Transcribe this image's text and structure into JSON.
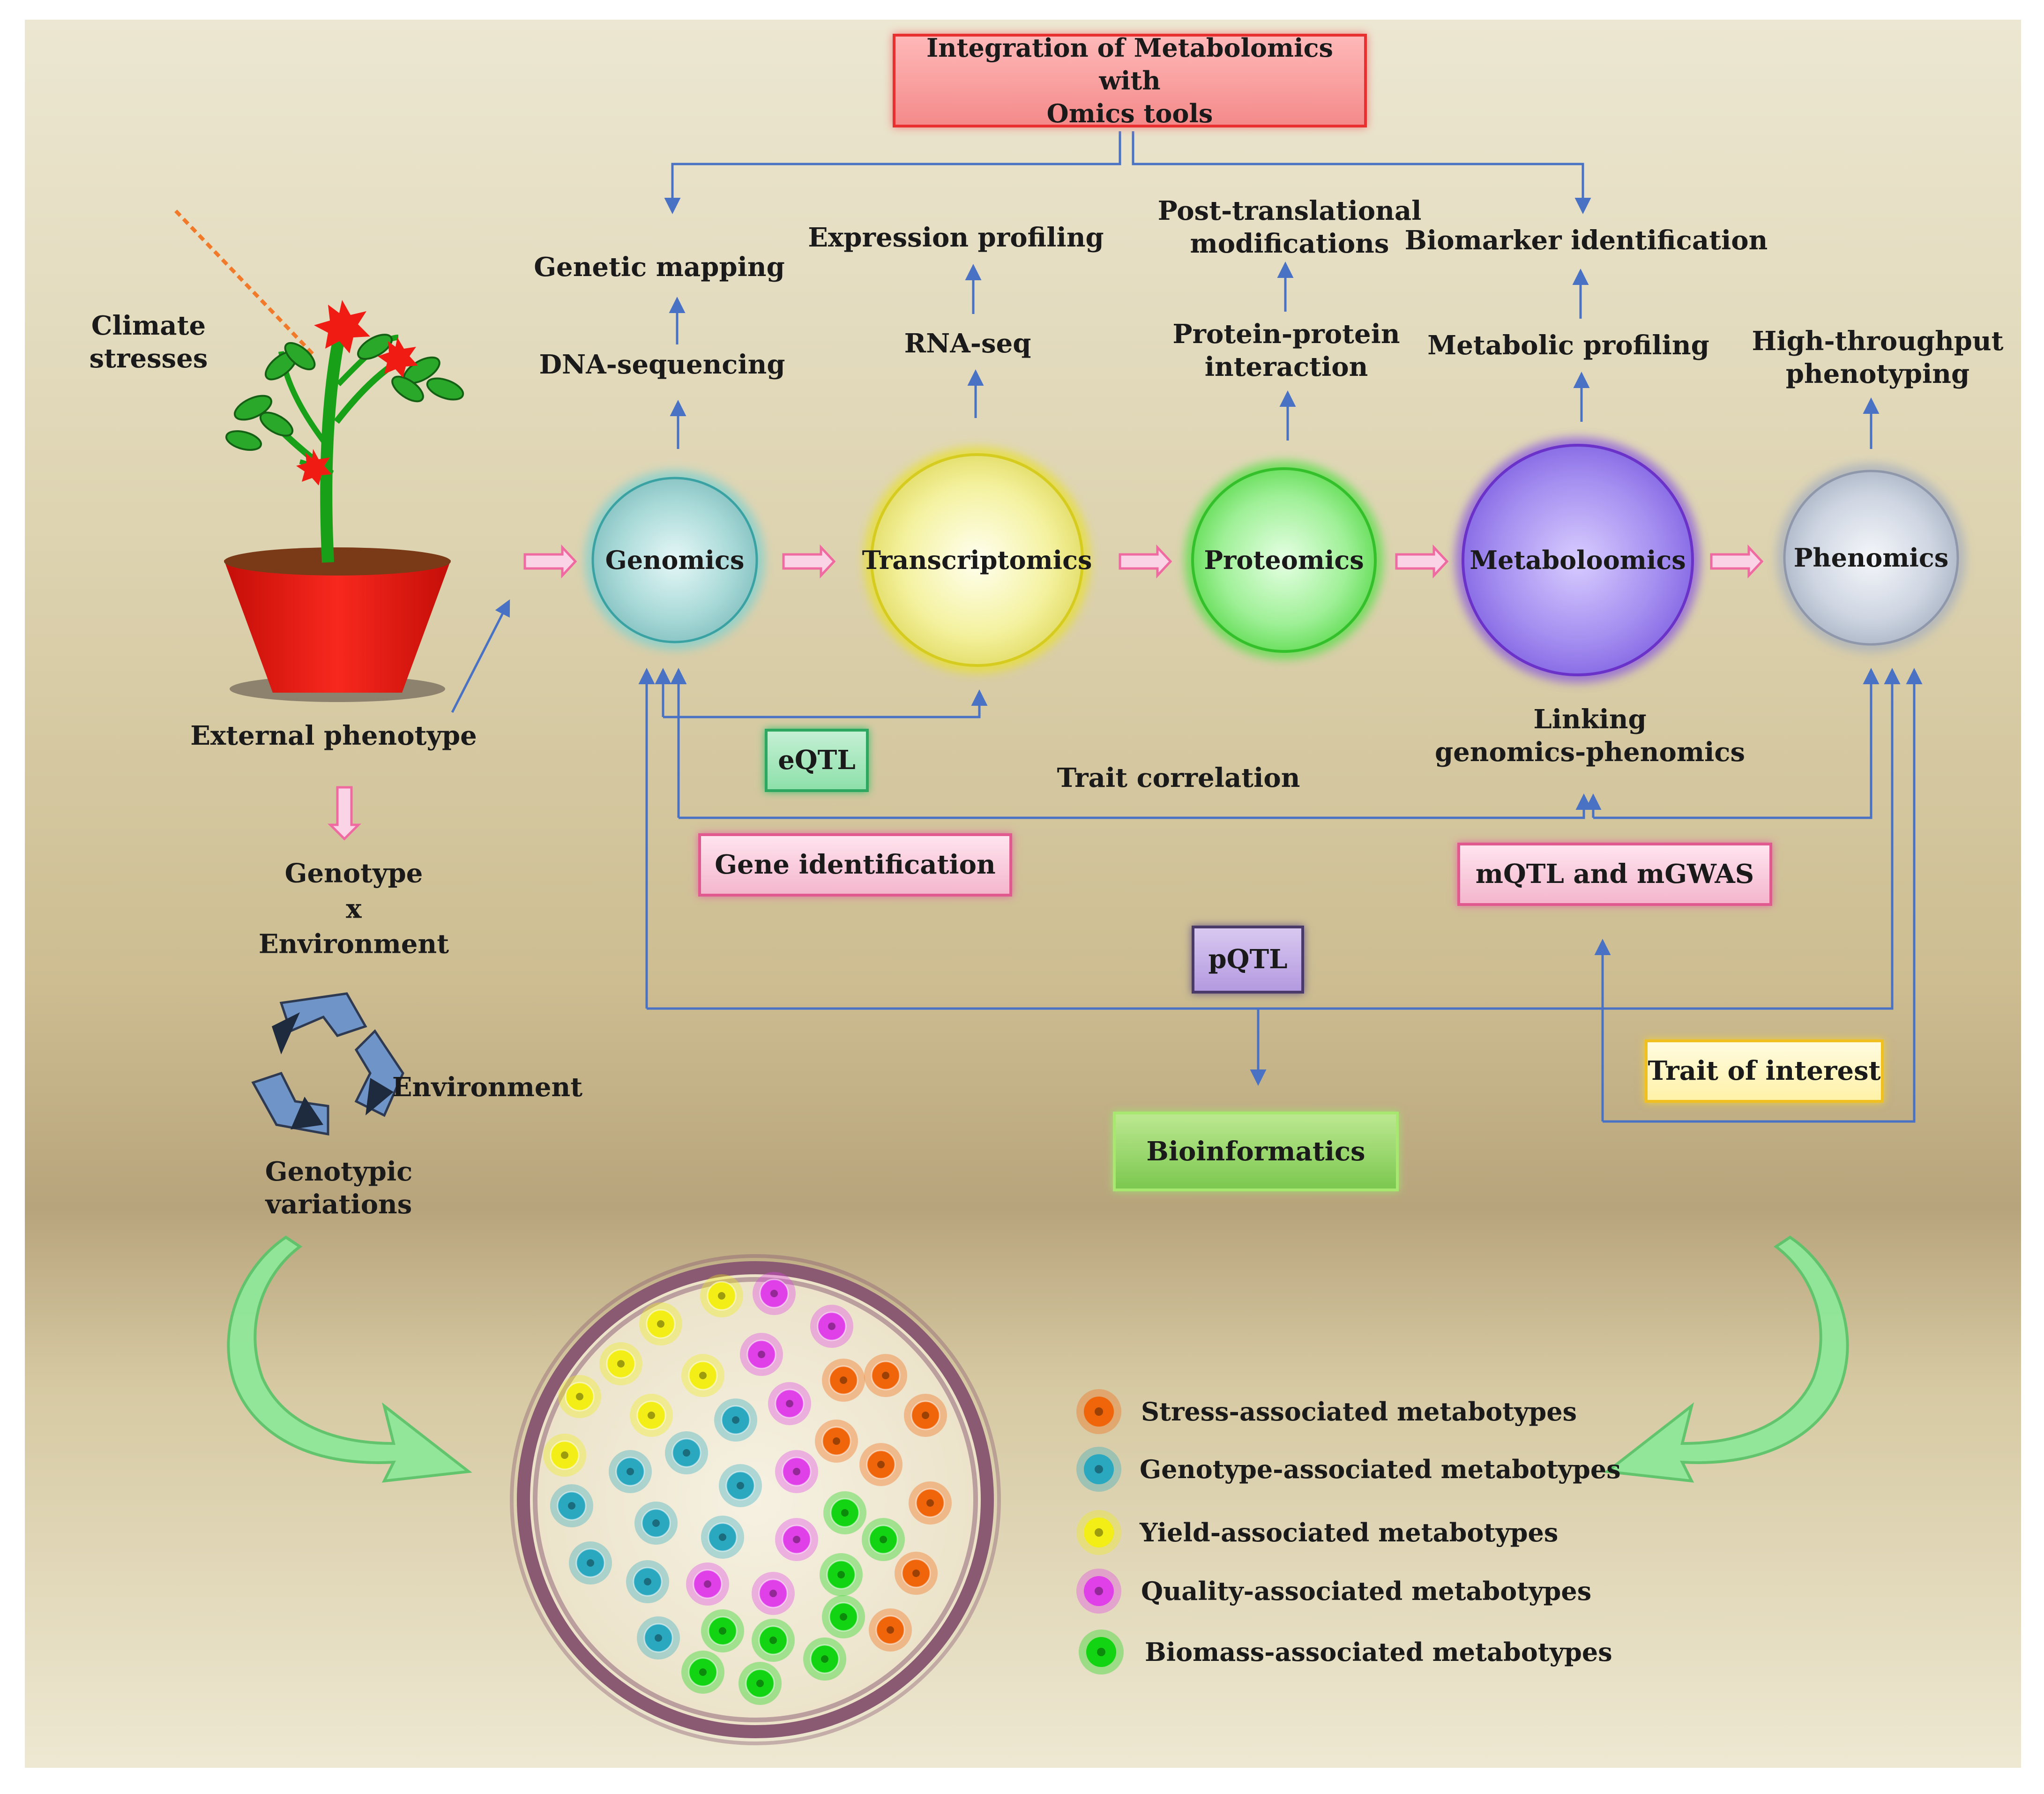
{
  "title": {
    "line1": "Integration of Metabolomics with",
    "line2": "Omics tools"
  },
  "nodes": [
    {
      "key": "genomics",
      "label": "Genomics",
      "color": "#a9dad8"
    },
    {
      "key": "transcriptomics",
      "label": "Transcriptomics",
      "color": "#f4f2a0"
    },
    {
      "key": "proteomics",
      "label": "Proteomics",
      "color": "#9ff097"
    },
    {
      "key": "metabolomics",
      "label": "Metaboloomics",
      "color": "#a58ff0"
    },
    {
      "key": "phenomics",
      "label": "Phenomics",
      "color": "#cfd6e2"
    }
  ],
  "top_labels": {
    "genetic_mapping": "Genetic mapping",
    "dna_sequencing": "DNA-sequencing",
    "expression_profiling": "Expression profiling",
    "rna_seq": "RNA-seq",
    "ptm_line1": "Post-translational",
    "ptm_line2": "modifications",
    "ppi_line1": "Protein-protein",
    "ppi_line2": "interaction",
    "biomarker": "Biomarker identification",
    "metabolic_profiling": "Metabolic profiling",
    "htp_line1": "High-throughput",
    "htp_line2": "phenotyping"
  },
  "left_panel": {
    "climate_line1": "Climate",
    "climate_line2": "stresses",
    "external_phenotype": "External phenotype",
    "gxe_line1": "Genotype",
    "gxe_line2": "x",
    "gxe_line3": "Environment",
    "environment": "Environment",
    "genotypic_line1": "Genotypic",
    "genotypic_line2": "variations"
  },
  "middle_labels": {
    "linking_line1": "Linking",
    "linking_line2": "genomics-phenomics",
    "trait_correlation": "Trait correlation"
  },
  "boxes": {
    "eqtl": "eQTL",
    "gene_identification": "Gene identification",
    "mqtl": "mQTL and mGWAS",
    "pqtl": "pQTL",
    "trait_of_interest": "Trait of interest",
    "bioinformatics": "Bioinformatics"
  },
  "legend": [
    {
      "label": "Stress-associated metabotypes",
      "color": "#f0640a"
    },
    {
      "label": "Genotype-associated metabotypes",
      "color": "#2aa8c0"
    },
    {
      "label": "Yield-associated metabotypes",
      "color": "#f2ee16"
    },
    {
      "label": "Quality-associated metabotypes",
      "color": "#e040e8"
    },
    {
      "label": "Biomass-associated metabotypes",
      "color": "#12d412"
    }
  ],
  "colors": {
    "connector": "#4a72c4",
    "flow_arrow": "#ef6aa0",
    "plant_pot": "#f01c14",
    "flower": "#f01c14",
    "stem": "#19a019",
    "dish_ring": "#8a5a72",
    "curved_arrow": "#8fe89a"
  },
  "icons": [
    "flower-pot-icon",
    "recycle-icon",
    "curved-arrow-icon"
  ]
}
